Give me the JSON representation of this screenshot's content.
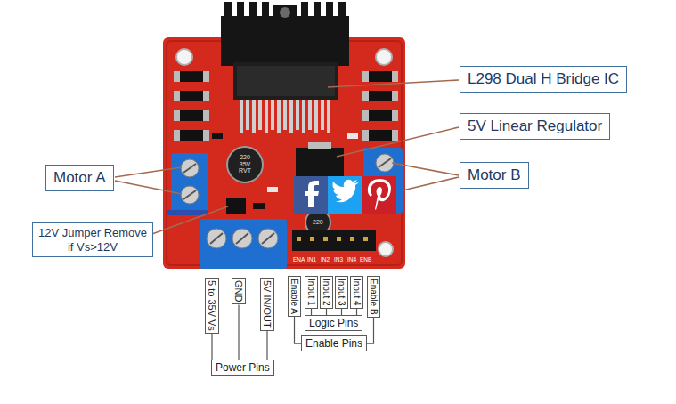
{
  "diagram": {
    "nodes": [
      {
        "text": [
          "L298 Dual H Bridge IC"
        ]
      },
      {
        "text": [
          "5V Linear Regulator"
        ]
      },
      {
        "text": [
          "Motor A"
        ]
      },
      {
        "text": [
          "Motor B"
        ]
      },
      {
        "text": [
          "12V Jumper Remove if Vs>12V"
        ]
      },
      {
        "text": [
          "5 to 35V Vs"
        ]
      },
      {
        "text": [
          "GND"
        ]
      },
      {
        "text": [
          "5V IN/OUT"
        ]
      },
      {
        "text": [
          "Enable A"
        ]
      },
      {
        "text": [
          "Input 1"
        ]
      },
      {
        "text": [
          "Input 2"
        ]
      },
      {
        "text": [
          "Input 3"
        ]
      },
      {
        "text": [
          "Input 4"
        ]
      },
      {
        "text": [
          "Enable B"
        ]
      },
      {
        "text": [
          "Logic Pins"
        ]
      },
      {
        "text": [
          "Enable Pins"
        ]
      },
      {
        "text": [
          "Power Pins"
        ]
      }
    ],
    "edges": [
      {
        "from": 5,
        "to": 16,
        "arrow": "none"
      },
      {
        "from": 6,
        "to": 16,
        "arrow": "none"
      },
      {
        "from": 7,
        "to": 16,
        "arrow": "none"
      },
      {
        "from": 9,
        "to": 14,
        "arrow": "none"
      },
      {
        "from": 10,
        "to": 14,
        "arrow": "none"
      },
      {
        "from": 11,
        "to": 14,
        "arrow": "none"
      },
      {
        "from": 12,
        "to": 14,
        "arrow": "none"
      },
      {
        "from": 8,
        "to": 15,
        "arrow": "none"
      },
      {
        "from": 13,
        "to": 15,
        "arrow": "none"
      }
    ],
    "labels": [
      "220 35V RVT",
      "220",
      "ENA",
      "IN1",
      "IN2",
      "IN3",
      "IN4",
      "ENB"
    ]
  }
}
